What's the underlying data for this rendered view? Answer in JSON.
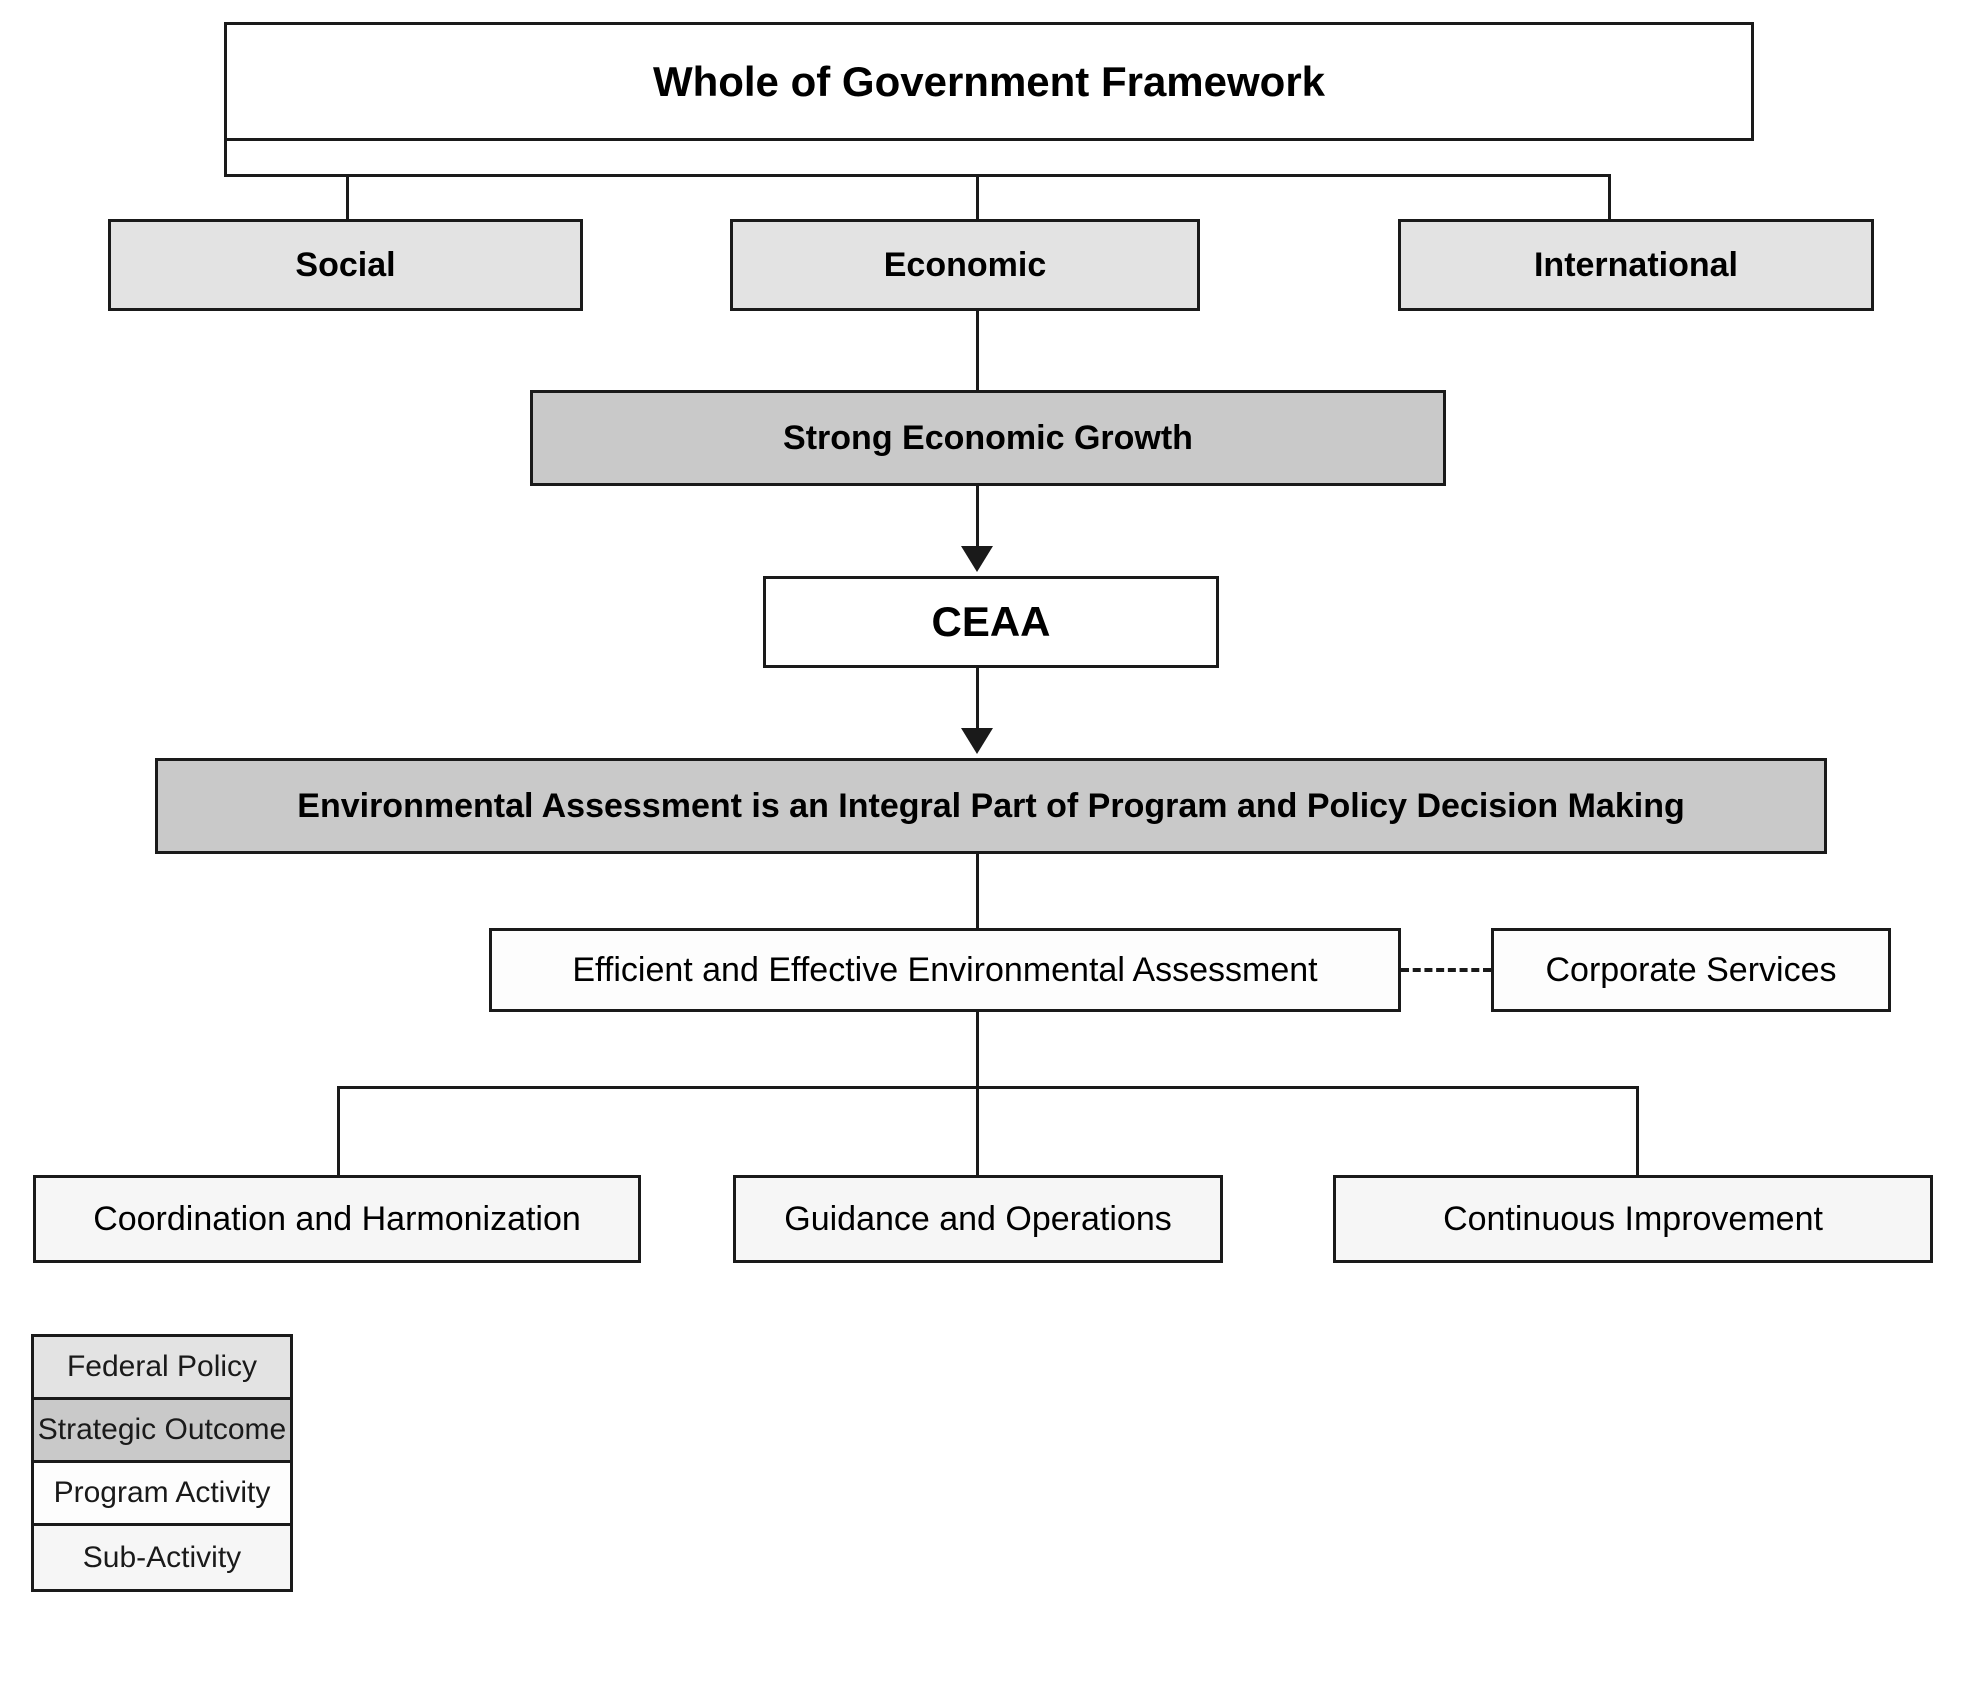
{
  "diagram": {
    "type": "org-chart",
    "title": "Whole of Government Framework",
    "nodes": {
      "root": {
        "label": "Whole of Government Framework",
        "category": "Federal Policy"
      },
      "social": {
        "label": "Social",
        "category": "Federal Policy"
      },
      "economic": {
        "label": "Economic",
        "category": "Federal Policy"
      },
      "international": {
        "label": "International",
        "category": "Federal Policy"
      },
      "strong_economic_growth": {
        "label": "Strong Economic Growth",
        "category": "Strategic Outcome"
      },
      "ceaa": {
        "label": "CEAA",
        "category": "Federal Policy"
      },
      "ea_integral": {
        "label": "Environmental Assessment is an Integral Part of Program and Policy Decision Making",
        "category": "Strategic Outcome"
      },
      "efficient_ea": {
        "label": "Efficient and Effective Environmental Assessment",
        "category": "Program Activity"
      },
      "corporate_services": {
        "label": "Corporate Services",
        "category": "Program Activity"
      },
      "coordination": {
        "label": "Coordination and Harmonization",
        "category": "Sub-Activity"
      },
      "guidance": {
        "label": "Guidance and Operations",
        "category": "Sub-Activity"
      },
      "continuous": {
        "label": "Continuous Improvement",
        "category": "Sub-Activity"
      }
    }
  },
  "legend": {
    "rows": [
      {
        "label": "Federal Policy",
        "fill": "#e3e3e3"
      },
      {
        "label": "Strategic Outcome",
        "fill": "#c9c9c9"
      },
      {
        "label": "Program Activity",
        "fill": "#fdfdfd"
      },
      {
        "label": "Sub-Activity",
        "fill": "#f6f6f6"
      }
    ]
  },
  "colors": {
    "line": "#1a1a1a",
    "background": "#ffffff",
    "federal_policy_fill": "#e3e3e3",
    "strategic_outcome_fill": "#c9c9c9",
    "program_activity_fill": "#fdfdfd",
    "sub_activity_fill": "#f6f6f6"
  }
}
